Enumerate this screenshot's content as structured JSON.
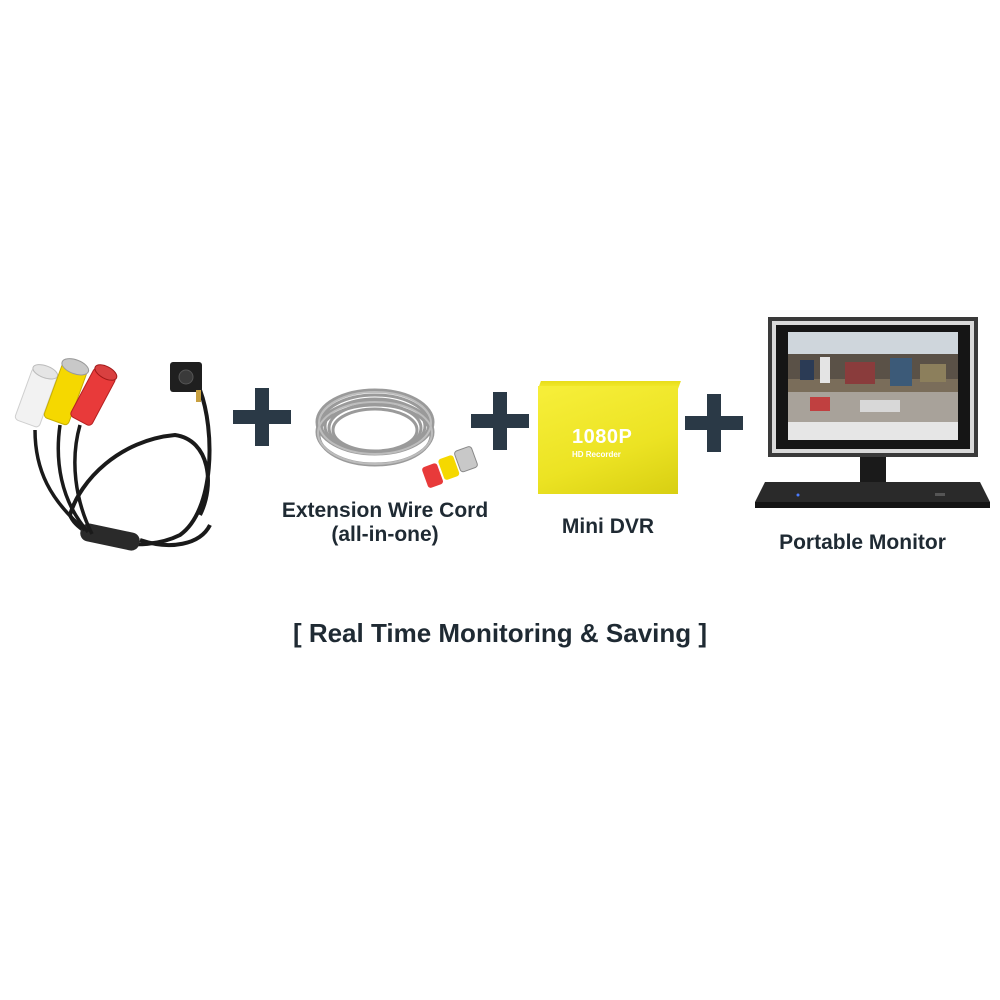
{
  "items": [
    {
      "label": "Extension Wire Cord",
      "sublabel": "(all-in-one)"
    },
    {
      "label": "Mini DVR"
    },
    {
      "label": "Portable Monitor"
    }
  ],
  "dvr": {
    "title": "1080P",
    "subtitle": "HD Recorder"
  },
  "tagline": "[ Real Time Monitoring & Saving ]",
  "colors": {
    "text": "#1f2a33",
    "plus": "#2a3946",
    "dvr_yellow": "#f2ea2c"
  }
}
